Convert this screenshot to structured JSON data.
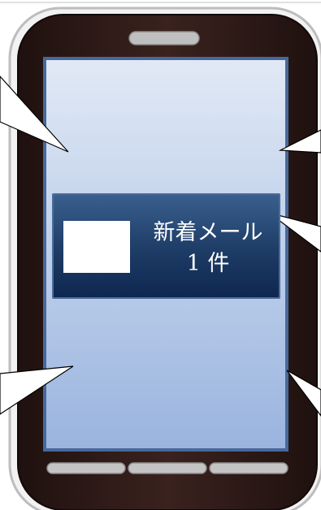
{
  "notification": {
    "line1": "新着メール",
    "line2": "1 件"
  },
  "colors": {
    "phone_body": "#2e1a17",
    "phone_rim": "#d9d9d9",
    "screen_top": "#dfe8f4",
    "screen_bottom": "#9cb6e0",
    "banner": "#1f3f6b",
    "callout_fill": "#ffffff",
    "callout_stroke": "#000000"
  },
  "icons": {
    "speaker": "speaker-grille",
    "nav_keys": [
      "nav-key",
      "nav-key",
      "nav-key"
    ],
    "thumbnail": "mail-thumbnail"
  }
}
